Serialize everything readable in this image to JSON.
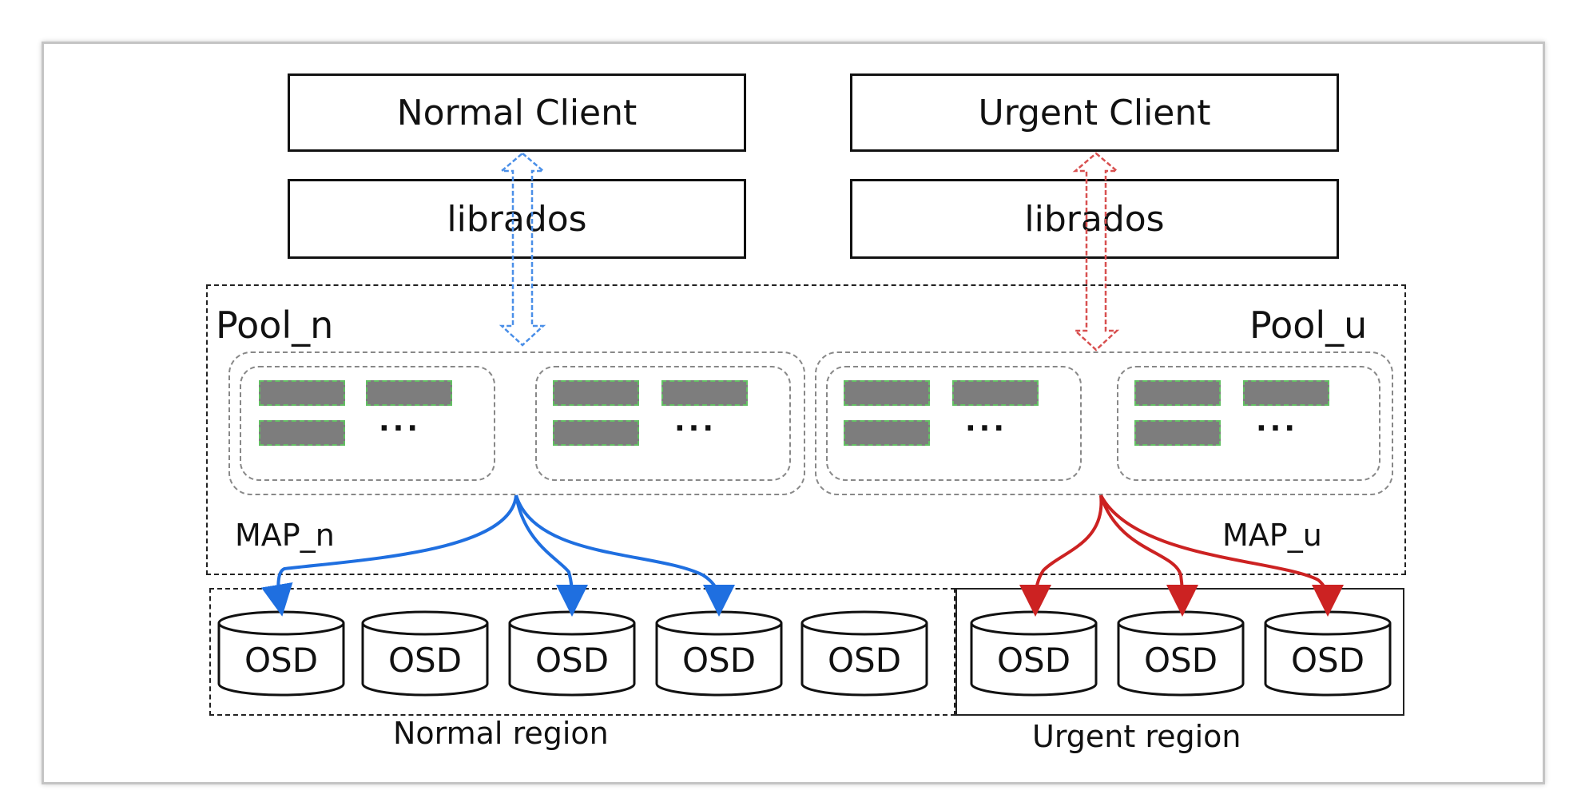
{
  "clients": {
    "normal": {
      "client_label": "Normal Client",
      "lib_label": "librados"
    },
    "urgent": {
      "client_label": "Urgent Client",
      "lib_label": "librados"
    }
  },
  "pools": {
    "normal_label": "Pool_n",
    "urgent_label": "Pool_u"
  },
  "maps": {
    "normal_label": "MAP_n",
    "urgent_label": "MAP_u"
  },
  "placement_groups": {
    "ellipsis": "···"
  },
  "osd_label": "OSD",
  "regions": {
    "normal_label": "Normal region",
    "urgent_label": "Urgent region"
  },
  "colors": {
    "normal_arrow": "#1f6fe0",
    "urgent_arrow": "#cc2222",
    "pg_fill": "#7d7d7d",
    "pg_border": "#63c063"
  }
}
